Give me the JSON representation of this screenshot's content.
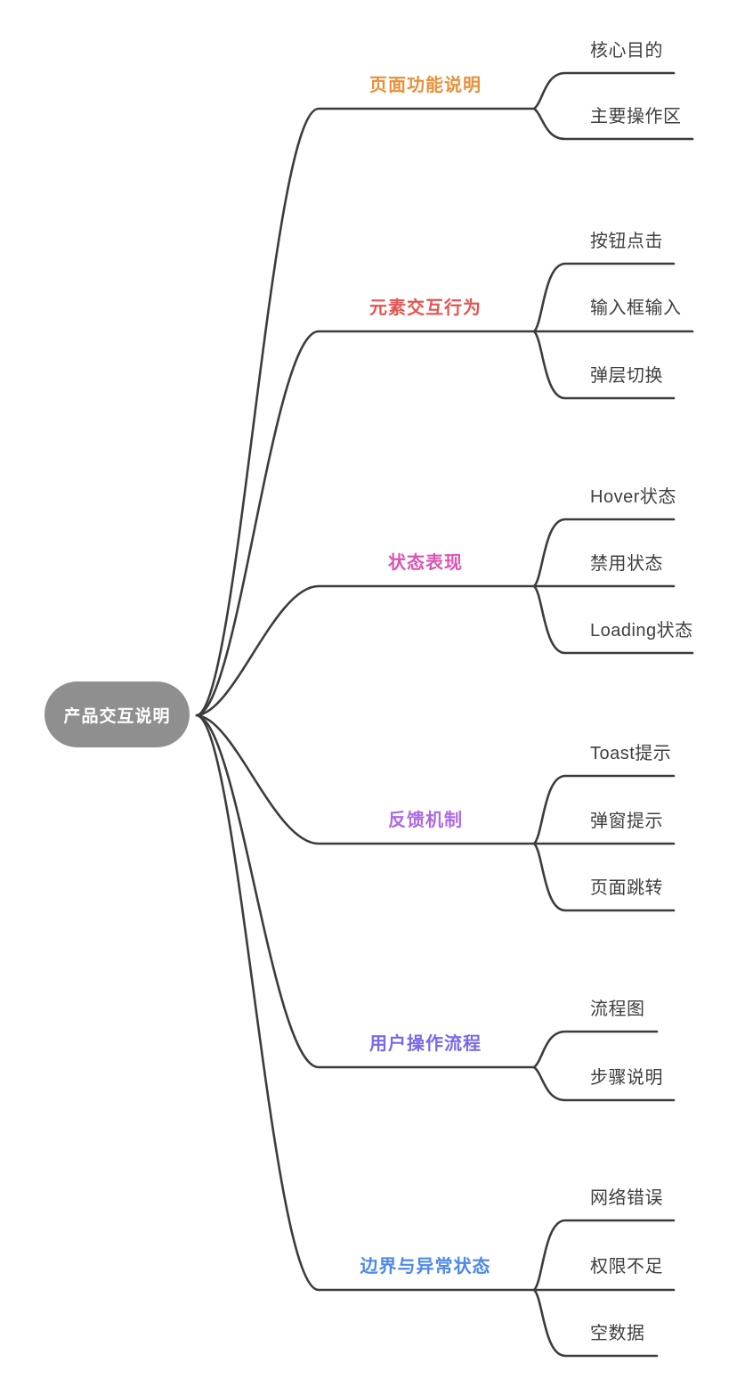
{
  "root": {
    "label": "产品交互说明",
    "bg_color": "#8F8F8F",
    "text_color": "#FFFFFF"
  },
  "style": {
    "line_color": "#3C3C3C",
    "child_text_color": "#3F3F3F",
    "background": "#FFFFFF"
  },
  "branches": [
    {
      "label": "页面功能说明",
      "color": "#E8913B",
      "children": [
        "核心目的",
        "主要操作区"
      ]
    },
    {
      "label": "元素交互行为",
      "color": "#E35552",
      "children": [
        "按钮点击",
        "输入框输入",
        "弹层切换"
      ]
    },
    {
      "label": "状态表现",
      "color": "#DB55B2",
      "children": [
        "Hover状态",
        "禁用状态",
        "Loading状态"
      ]
    },
    {
      "label": "反馈机制",
      "color": "#AD6AE6",
      "children": [
        "Toast提示",
        "弹窗提示",
        "页面跳转"
      ]
    },
    {
      "label": "用户操作流程",
      "color": "#7A68E8",
      "children": [
        "流程图",
        "步骤说明"
      ]
    },
    {
      "label": "边界与异常状态",
      "color": "#4E88E8",
      "children": [
        "网络错误",
        "权限不足",
        "空数据"
      ]
    }
  ]
}
